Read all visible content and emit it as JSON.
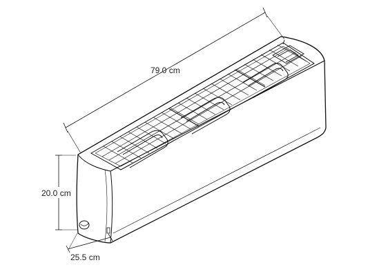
{
  "dimensions": {
    "width_label": "79.0 cm",
    "height_label": "20.0 cm",
    "depth_label": "25.5 cm"
  },
  "colors": {
    "line": "#111111",
    "body_fill": "#ffffff",
    "text": "#222222"
  }
}
